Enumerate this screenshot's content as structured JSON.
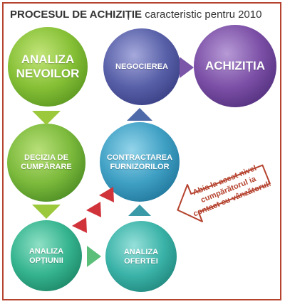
{
  "title": {
    "bold": "PROCESUL DE ACHIZIȚIE",
    "rest": " caracteristic pentru 2010"
  },
  "nodes": {
    "analiza_nevoilor": {
      "line1": "ANALIZA",
      "line2": "NEVOILOR",
      "color": "#86c036"
    },
    "negocierea": {
      "line1": "NEGOCIEREA",
      "color": "#5860a8"
    },
    "achizitia": {
      "line1": "ACHIZIȚIA",
      "color": "#7b4fa6"
    },
    "decizia": {
      "line1": "DECIZIA DE",
      "line2": "CUMPĂRARE",
      "color": "#7cba3c"
    },
    "contractarea": {
      "line1": "CONTRACTAREA",
      "line2": "FURNIZORILOR",
      "color": "#3fa0c4"
    },
    "analiza_optiunii": {
      "line1": "ANALIZA",
      "line2": "OPȚIUNII",
      "color": "#35b48f"
    },
    "analiza_ofertei": {
      "line1": "ANALIZA",
      "line2": "OFERTEI",
      "color": "#3bb3a8"
    }
  },
  "callout": {
    "line1": "Abia la acest nivel",
    "line2": "cumpărătorul ia",
    "line3": "contact cu vânzătorul!"
  },
  "colors": {
    "frame": "#b5432f",
    "arrow_green": "#9cc83c",
    "arrow_purple": "#7a55a8",
    "arrow_blue": "#4f6aa8",
    "arrow_teal": "#3a9aa8",
    "arrow_red": "#d0343a"
  }
}
